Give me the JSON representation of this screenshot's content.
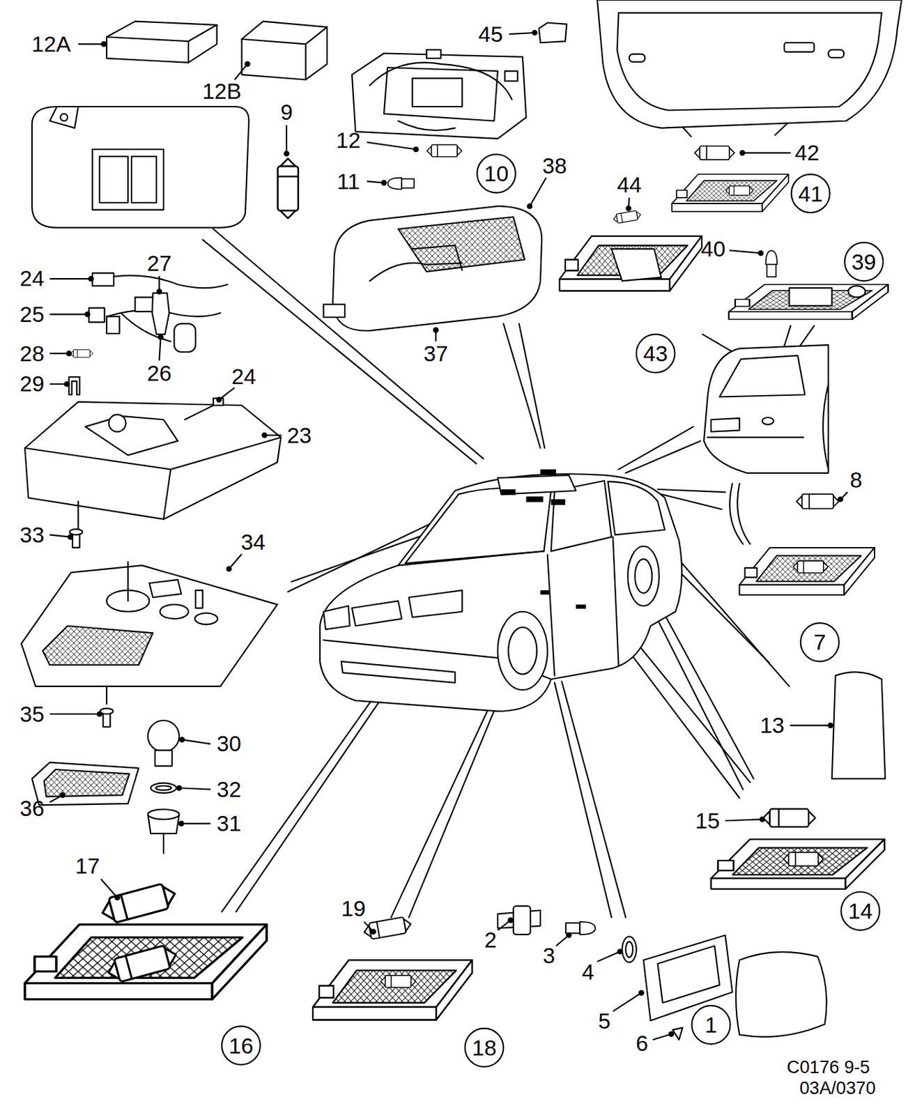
{
  "diagram": {
    "nodes": [
      {
        "text": [
          "10"
        ]
      },
      {
        "text": [
          "41"
        ]
      },
      {
        "text": [
          "39"
        ]
      },
      {
        "text": [
          "43"
        ]
      },
      {
        "text": [
          "7"
        ]
      },
      {
        "text": [
          "14"
        ]
      },
      {
        "text": [
          "16"
        ]
      },
      {
        "text": [
          "18"
        ]
      },
      {
        "text": [
          "1"
        ]
      }
    ],
    "labels": [
      "12A",
      "12B",
      "9",
      "45",
      "12",
      "11",
      "38",
      "42",
      "44",
      "40",
      "27",
      "24",
      "25",
      "28",
      "26",
      "29",
      "24",
      "23",
      "37",
      "33",
      "34",
      "8",
      "13",
      "35",
      "30",
      "32",
      "36",
      "31",
      "15",
      "17",
      "19",
      "2",
      "3",
      "4",
      "5",
      "6",
      "C0176 9-5",
      "03A/0370"
    ]
  }
}
